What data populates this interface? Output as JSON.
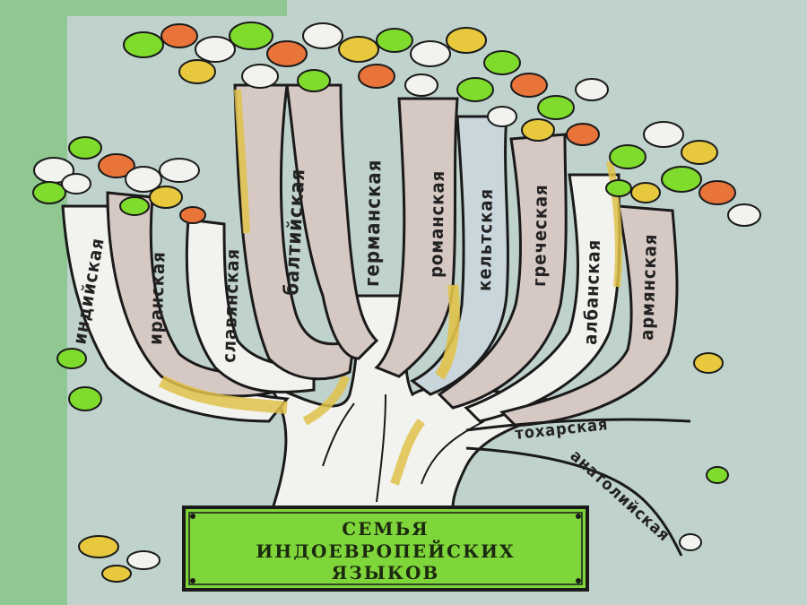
{
  "colors": {
    "background": "#c0d2cc",
    "left_band": "#8fc891",
    "branch_fill": "#d6c8c3",
    "trunk": "#f2f2ee",
    "bark_stroke": "#1a1a1a",
    "ochre": "#e0c24a",
    "leaf_green": "#7fdc2c",
    "leaf_orange": "#e8743a",
    "leaf_yellow": "#e8c93e",
    "plaque": "#7fd63a"
  },
  "branches": [
    {
      "label": "индийская"
    },
    {
      "label": "иранская"
    },
    {
      "label": "славянская"
    },
    {
      "label": "балтийская"
    },
    {
      "label": "германская"
    },
    {
      "label": "романская"
    },
    {
      "label": "кельтская"
    },
    {
      "label": "греческая"
    },
    {
      "label": "албанская"
    },
    {
      "label": "армянская"
    },
    {
      "label": "тохарская"
    },
    {
      "label": "анатолийская"
    }
  ],
  "plaque": {
    "line1": "СЕМЬЯ",
    "line2": "ИНДОЕВРОПЕЙСКИХ",
    "line3": "ЯЗЫКОВ"
  }
}
